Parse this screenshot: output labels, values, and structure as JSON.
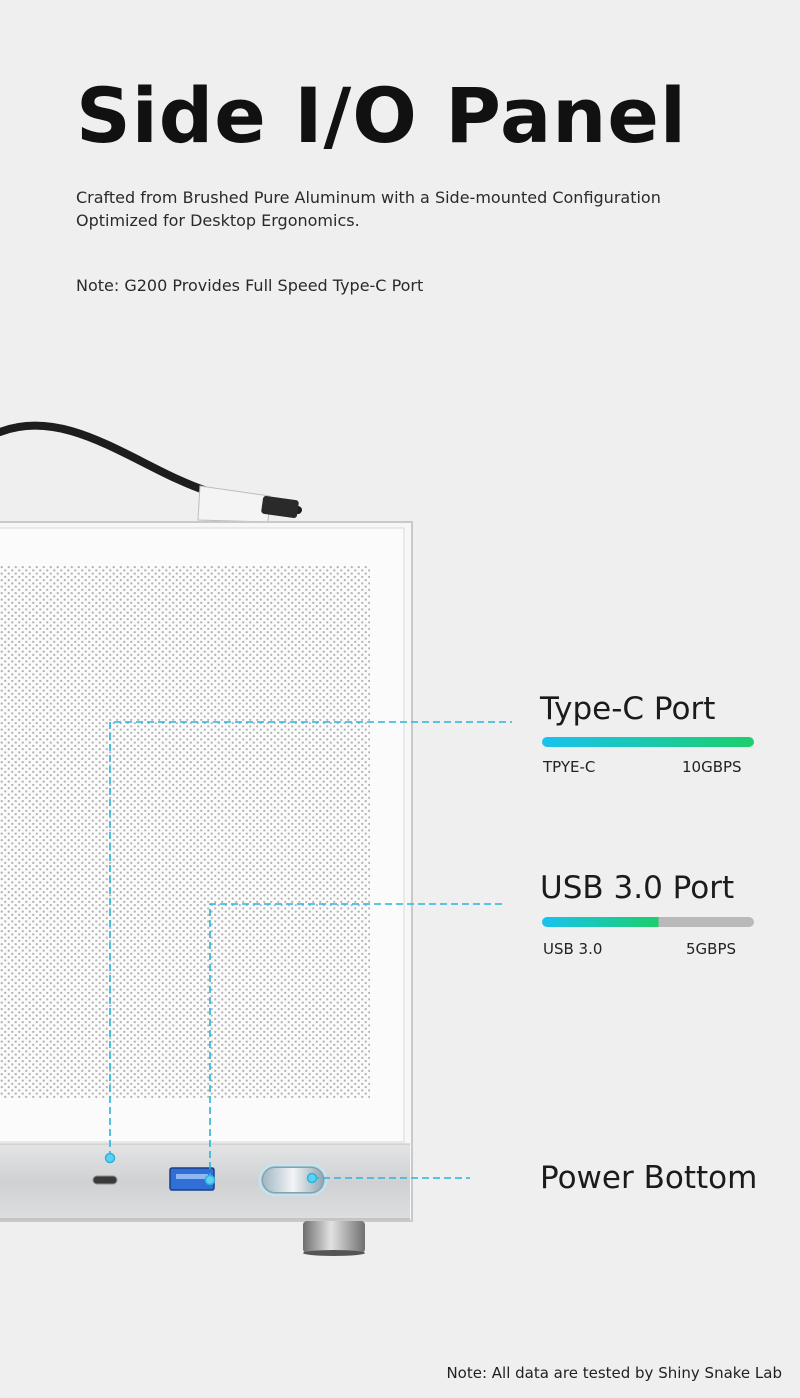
{
  "header": {
    "title": "Side I/O Panel",
    "subtitle": "Crafted from Brushed Pure Aluminum with a Side-mounted Configuration Optimized for Desktop Ergonomics.",
    "note": "Note: G200 Provides Full Speed Type-C Port"
  },
  "callouts": {
    "type_c": {
      "title": "Type-C Port",
      "label_left": "TPYE-C",
      "label_right": "10GBPS",
      "bar_fill": 1.0
    },
    "usb": {
      "title": "USB 3.0 Port",
      "label_left": "USB 3.0",
      "label_right": "5GBPS",
      "bar_fill": 0.55
    },
    "power": {
      "title": "Power Bottom"
    }
  },
  "colors": {
    "bar_start": "#18c2f0",
    "bar_end": "#1ccf6a",
    "bar_track": "#b9b9b9",
    "leader_line": "#2ab3dc"
  },
  "footer": {
    "note": "Note: All data are tested by Shiny Snake Lab"
  }
}
